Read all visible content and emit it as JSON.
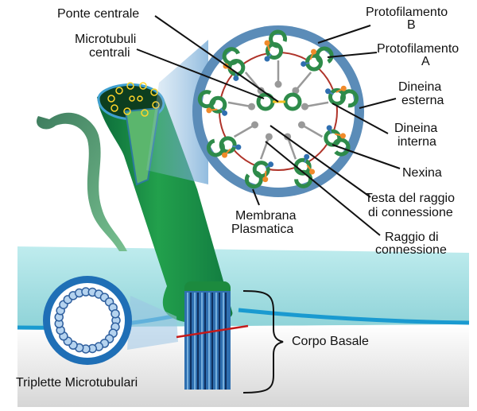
{
  "diagram": {
    "labels": {
      "central_bridge": "Ponte centrale",
      "central_microtubules_1": "Microtubuli",
      "central_microtubules_2": "centrali",
      "protofilament_b_1": "Protofilamento",
      "protofilament_b_2": "B",
      "protofilament_a_1": "Protofilamento",
      "protofilament_a_2": "A",
      "outer_dynein_1": "Dineina",
      "outer_dynein_2": "esterna",
      "inner_dynein_1": "Dineina",
      "inner_dynein_2": "interna",
      "nexin": "Nexina",
      "spoke_head_1": "Testa del raggio",
      "spoke_head_2": "di connessione",
      "radial_spoke_1": "Raggio di",
      "radial_spoke_2": "connessione",
      "plasma_membrane_1": "Membrana",
      "plasma_membrane_2": "Plasmatica",
      "basal_body": "Corpo Basale",
      "microtubule_triplets": "Triplette Microtubulari"
    },
    "colors": {
      "membrane_blue": "#4a86b8",
      "doublet_green": "#2e8b4a",
      "dynein_orange": "#f08a2a",
      "nexin_red": "#c0392b",
      "spoke_gray": "#999999",
      "cilium_green": "#1f9a4a",
      "basal_blue": "#2f5f9e",
      "cell_cyan": "#a8e0e3"
    }
  }
}
